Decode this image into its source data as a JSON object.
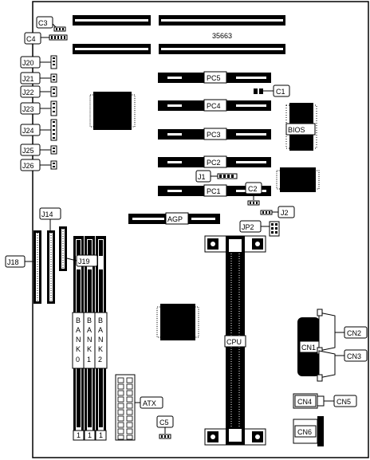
{
  "board": {
    "id_number": "35663"
  },
  "slots": {
    "pc5": "PC5",
    "pc4": "PC4",
    "pc3": "PC3",
    "pc2": "PC2",
    "pc1": "PC1",
    "agp": "AGP"
  },
  "chips": {
    "bios": "BIOS",
    "cpu": "CPU"
  },
  "power": {
    "atx": "ATX"
  },
  "memory": {
    "bank0": "BANK0",
    "bank1": "BANK1",
    "bank2": "BANK2"
  },
  "jumpers": {
    "j1": "J1",
    "j2": "J2",
    "jp2": "JP2",
    "j14": "J14",
    "j18": "J18",
    "j19": "J19",
    "j20": "J20",
    "j21": "J21",
    "j22": "J22",
    "j23": "J23",
    "j24": "J24",
    "j25": "J25",
    "j26": "J26"
  },
  "capacitors": {
    "c1": "C1",
    "c2": "C2",
    "c3": "C3",
    "c4": "C4",
    "c5": "C5"
  },
  "connectors": {
    "cn1": "CN1",
    "cn2": "CN2",
    "cn3": "CN3",
    "cn4": "CN4",
    "cn5": "CN5",
    "cn6": "CN6"
  }
}
